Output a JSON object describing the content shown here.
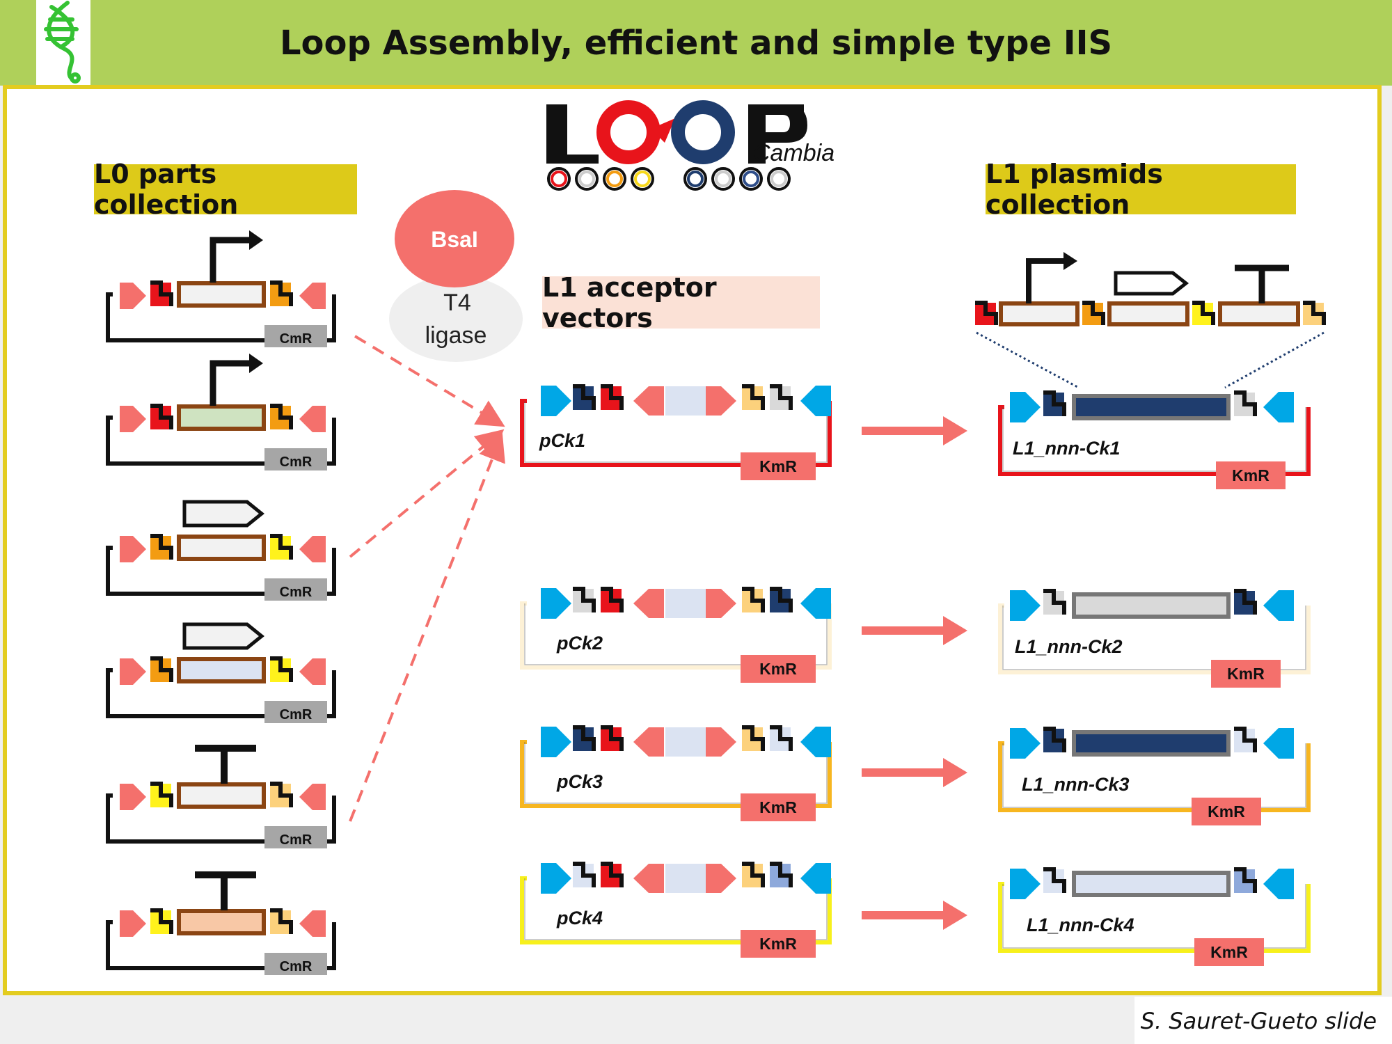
{
  "header": {
    "title": "Loop Assembly, efficient and simple type IIS"
  },
  "logo": {
    "text": "LOOP",
    "subtext": "Cambia"
  },
  "sections": {
    "l0_title": "L0 parts collection",
    "l1_title": "L1 plasmids collection",
    "acceptor_title": "L1 acceptor vectors"
  },
  "enzymes": {
    "bsai": "BsaI",
    "t4_line1": "T4",
    "t4_line2": "ligase"
  },
  "l0_parts": [
    {
      "marker": "CmR",
      "part": "promoter"
    },
    {
      "marker": "CmR",
      "part": "promoter"
    },
    {
      "marker": "CmR",
      "part": "cds"
    },
    {
      "marker": "CmR",
      "part": "cds"
    },
    {
      "marker": "CmR",
      "part": "terminator"
    },
    {
      "marker": "CmR",
      "part": "terminator"
    }
  ],
  "acceptors": [
    {
      "name": "pCk1",
      "marker": "KmR",
      "color": "#e8141b"
    },
    {
      "name": "pCk2",
      "marker": "KmR",
      "color": "#fdf1d6"
    },
    {
      "name": "pCk3",
      "marker": "KmR",
      "color": "#f7b620"
    },
    {
      "name": "pCk4",
      "marker": "KmR",
      "color": "#f7f01c"
    }
  ],
  "l1_plasmids": [
    {
      "name": "L1_nnn-Ck1",
      "marker": "KmR",
      "color": "#e8141b"
    },
    {
      "name": "L1_nnn-Ck2",
      "marker": "KmR",
      "color": "#fdf1d6"
    },
    {
      "name": "L1_nnn-Ck3",
      "marker": "KmR",
      "color": "#f7b620"
    },
    {
      "name": "L1_nnn-Ck4",
      "marker": "KmR",
      "color": "#f7f01c"
    }
  ],
  "credit": "S. Sauret-Gueto slide",
  "colors": {
    "header_green": "#afd05a",
    "frame_yellow": "#e3cc1f",
    "arrow_salmon": "#f4706c",
    "bsai_salmon": "#f4706c"
  }
}
